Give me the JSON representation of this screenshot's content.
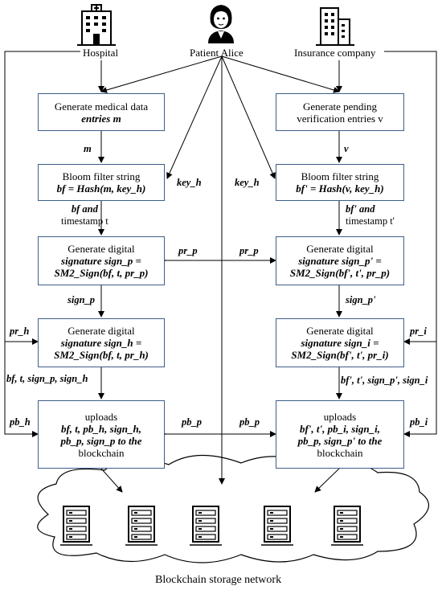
{
  "actors": {
    "hospital": "Hospital",
    "patient": "Patient Alice",
    "insurance": "Insurance company"
  },
  "left": {
    "box1": [
      "Generate medical data",
      "entries m"
    ],
    "box2": [
      "Bloom filter string",
      "bf = Hash(m, key_h)"
    ],
    "box3": [
      "Generate digital",
      "signature sign_p =",
      "SM2_Sign(bf, t, pr_p)"
    ],
    "box4": [
      "Generate digital",
      "signature sign_h =",
      "SM2_Sign(bf, t, pr_h)"
    ],
    "box5": [
      "uploads",
      "bf, t, pb_h, sign_h,",
      "pb_p, sign_p to the",
      "blockchain"
    ],
    "lab_m": "m",
    "lab_bf_t": [
      "bf and",
      "timestamp t"
    ],
    "lab_signp": "sign_p",
    "lab_tuple": "bf, t, sign_p, sign_h",
    "lab_pr_h": "pr_h",
    "lab_pb_h": "pb_h",
    "lab_key_h": "key_h",
    "lab_pr_p": "pr_p",
    "lab_pb_p": "pb_p"
  },
  "right": {
    "box1": [
      "Generate pending",
      "verification entries v"
    ],
    "box2": [
      "Bloom filter string",
      "bf' = Hash(v, key_h)"
    ],
    "box3": [
      "Generate digital",
      "signature sign_p' =",
      "SM2_Sign(bf', t', pr_p)"
    ],
    "box4": [
      "Generate digital",
      "signature sign_i =",
      "SM2_Sign(bf', t', pr_i)"
    ],
    "box5": [
      "uploads",
      "bf', t', pb_i, sign_i,",
      "pb_p, sign_p' to the",
      "blockchain"
    ],
    "lab_v": "v",
    "lab_bf_t": [
      "bf' and",
      "timestamp t'"
    ],
    "lab_signp": "sign_p'",
    "lab_tuple": "bf', t', sign_p', sign_i",
    "lab_pr_i": "pr_i",
    "lab_pb_i": "pb_i",
    "lab_key_h": "key_h",
    "lab_pr_p": "pr_p",
    "lab_pb_p": "pb_p"
  },
  "footer": "Blockchain storage network",
  "icons": [
    "hospital-icon",
    "patient-icon",
    "office-building-icon",
    "server-icon"
  ],
  "colors": {
    "box_border": "#3e5e88",
    "line": "#000000"
  }
}
